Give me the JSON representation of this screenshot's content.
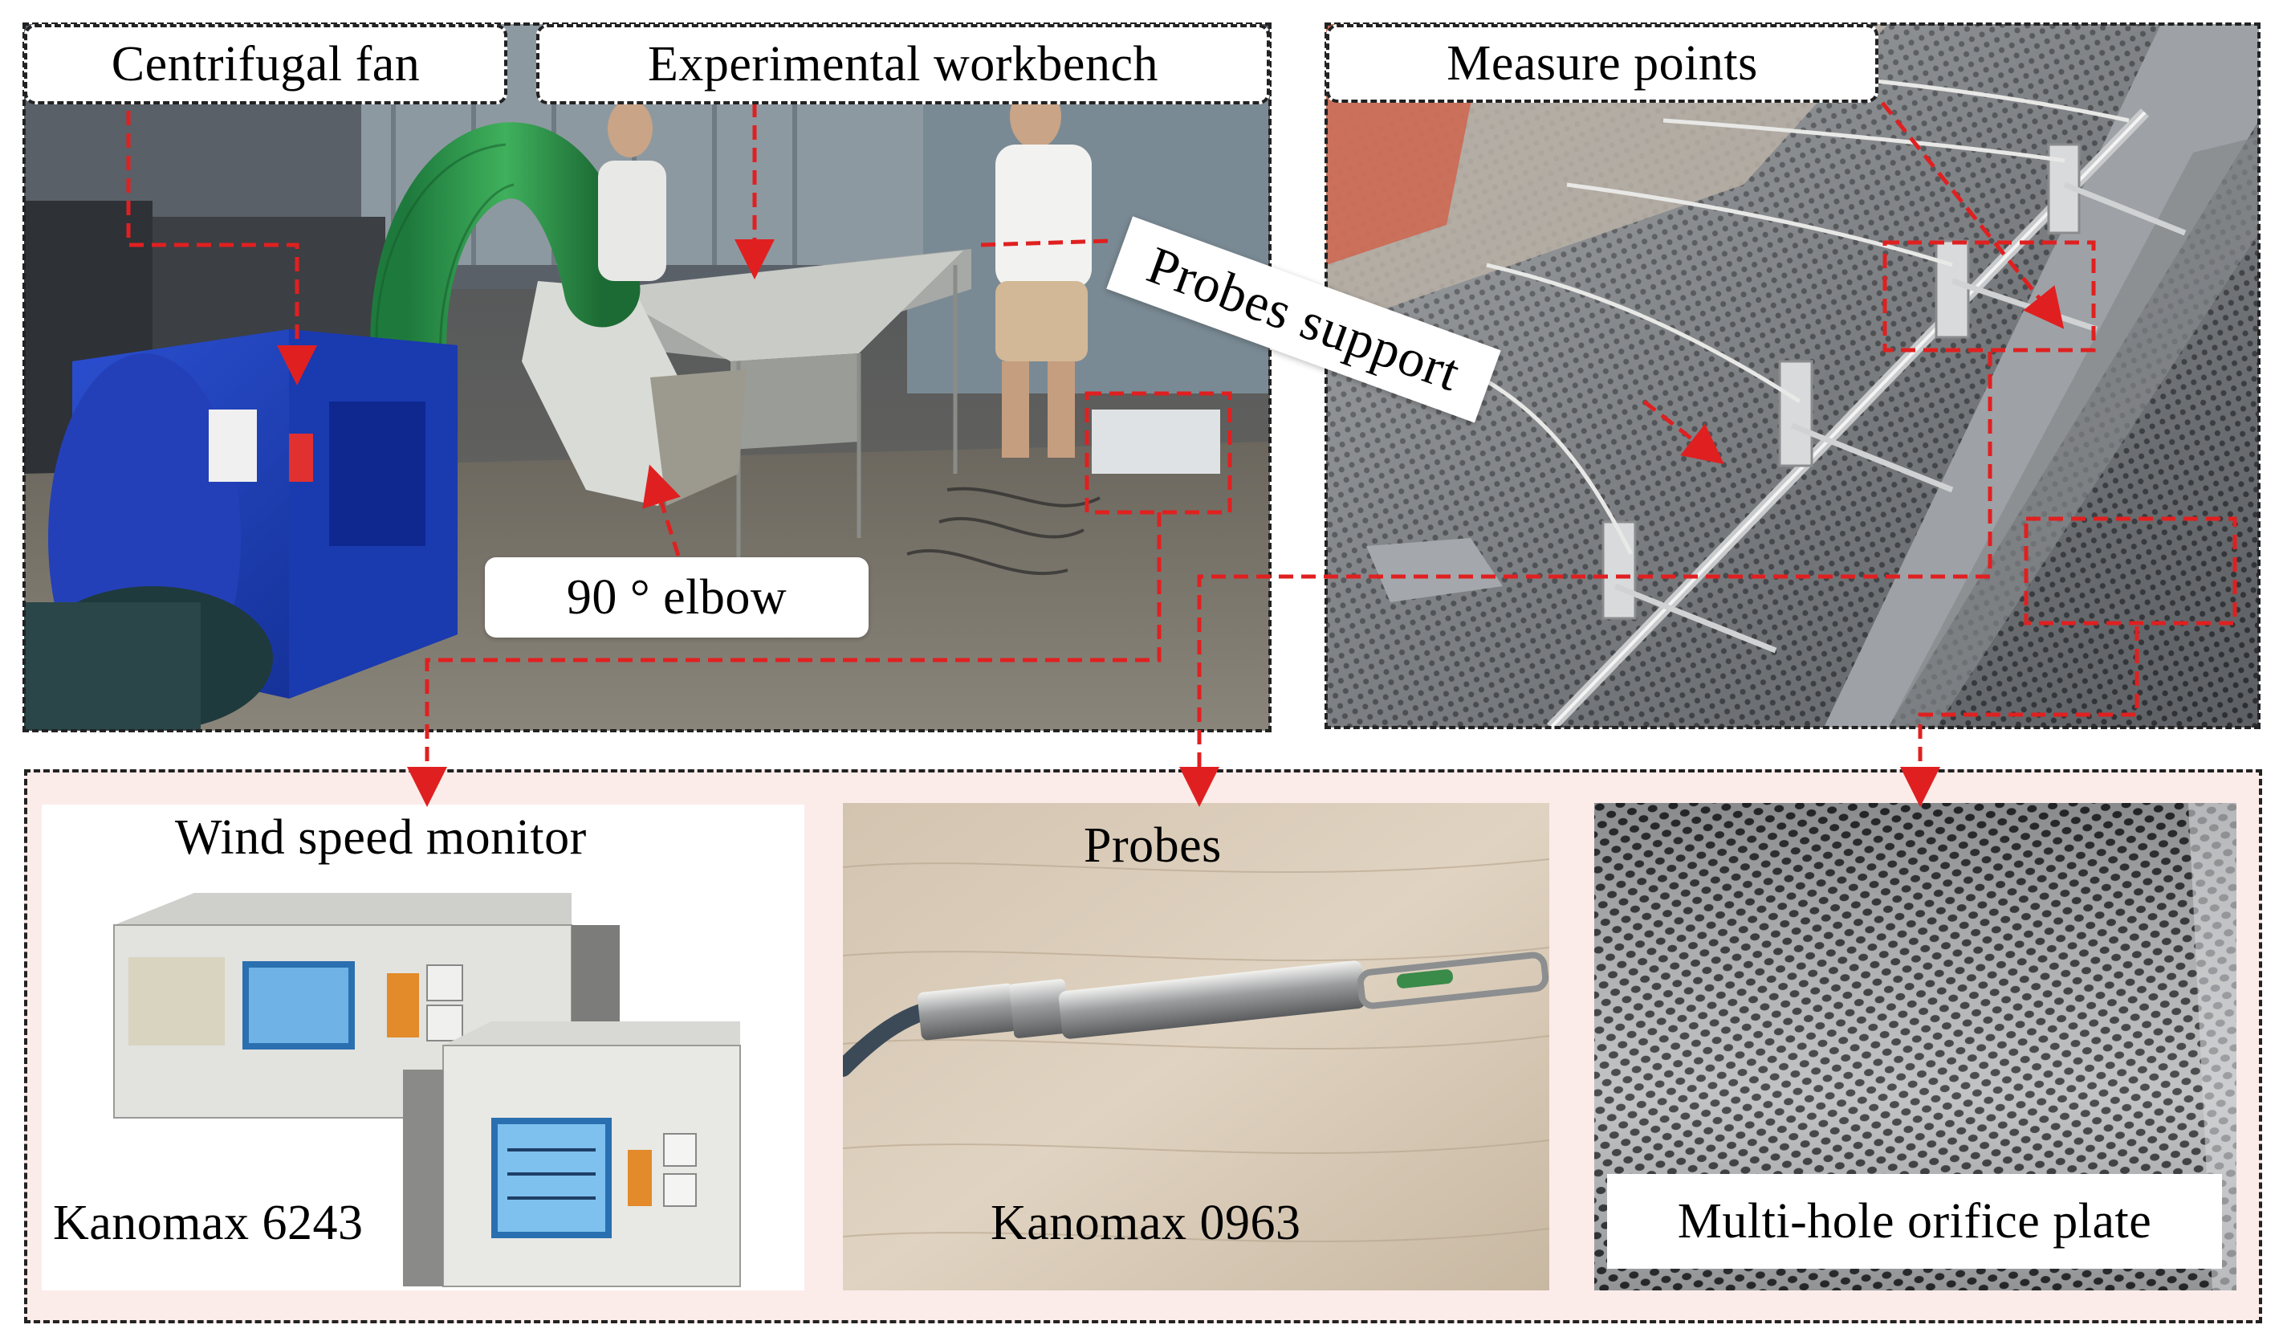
{
  "colors": {
    "accent_red": "#e02020",
    "frame": "#222222",
    "bottom_panel_bg": "#fbecea"
  },
  "top_left_photo": {
    "callouts": {
      "centrifugal_fan": "Centrifugal fan",
      "experimental_workbench": "Experimental workbench",
      "elbow": "90 ° elbow"
    }
  },
  "top_right_photo": {
    "callouts": {
      "measure_points": "Measure points",
      "probes_support": "Probes support"
    }
  },
  "bottom_panel": {
    "wind_speed_monitor": {
      "title": "Wind speed monitor",
      "model": "Kanomax 6243"
    },
    "probes": {
      "title": "Probes",
      "model": "Kanomax 0963"
    },
    "orifice_plate": {
      "caption": "Multi-hole orifice plate"
    }
  }
}
